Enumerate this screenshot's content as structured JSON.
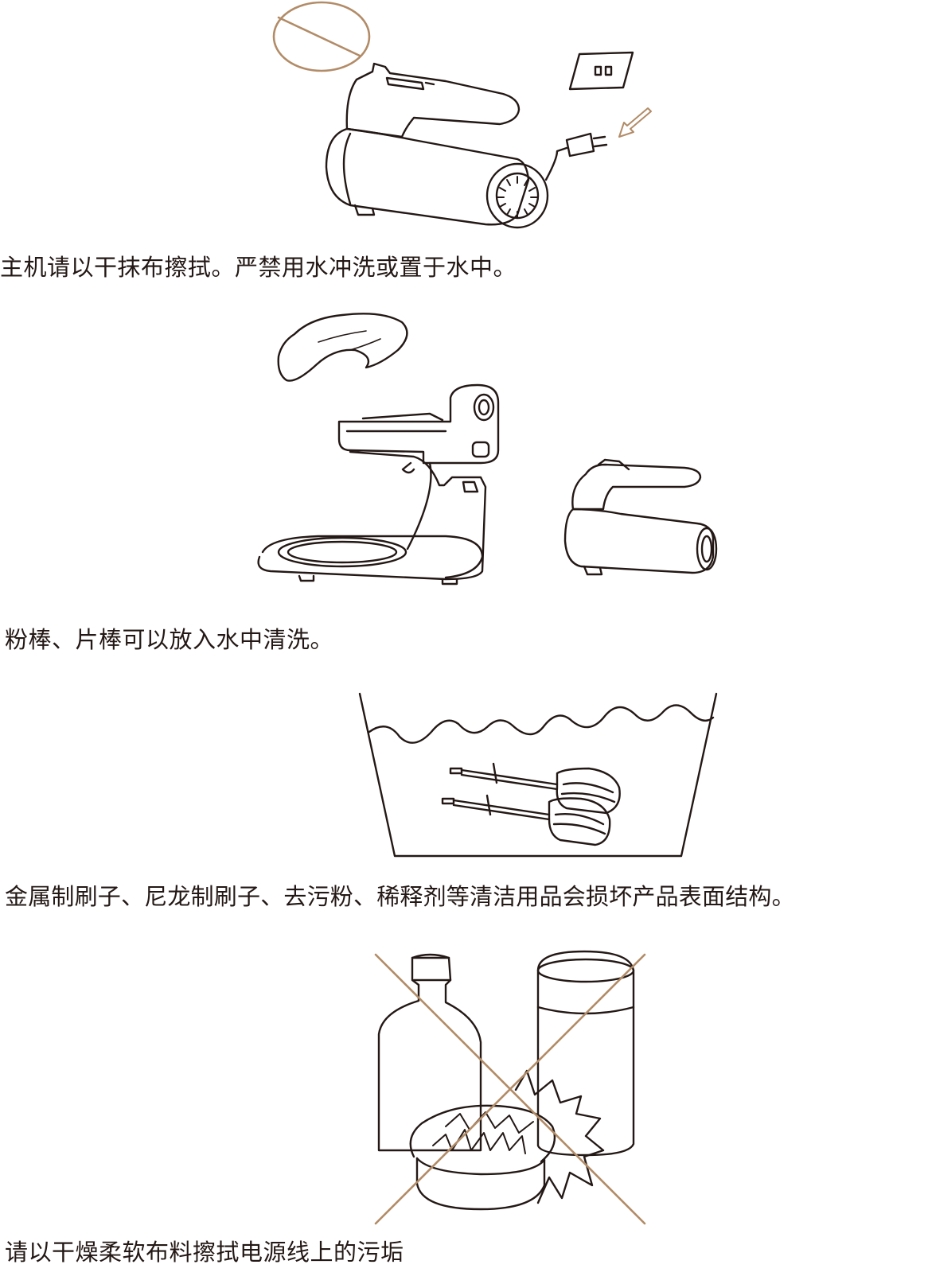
{
  "colors": {
    "ink": "#231815",
    "prohibition": "#b28b67"
  },
  "icons": [
    "prohibition-circle-icon",
    "wall-socket-icon",
    "arrow-icon",
    "cross-out-icon"
  ],
  "captions": {
    "main_unit": "主机请以干抹布擦拭。严禁用水冲洗或置于水中。",
    "beaters": "粉棒、片棒可以放入水中清洗。",
    "cleaning_agents": "金属制刷子、尼龙制刷子、去污粉、稀释剂等清洁用品会损坏产品表面结构。",
    "power_cord": "请以干燥柔软布料擦拭电源线上的污垢"
  }
}
